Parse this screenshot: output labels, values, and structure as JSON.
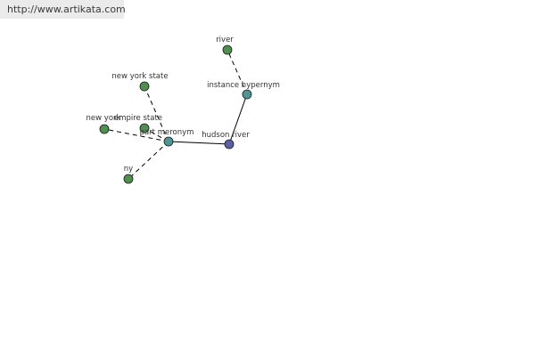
{
  "site": {
    "url": "http://www.artikata.com"
  },
  "graph": {
    "nodes": [
      {
        "id": "river",
        "label": "river",
        "kind": "leaf"
      },
      {
        "id": "instance_hypernym",
        "label": "instance hypernym",
        "kind": "relation"
      },
      {
        "id": "hudson_river",
        "label": "hudson river",
        "kind": "root"
      },
      {
        "id": "part_meronym",
        "label": "part meronym",
        "kind": "relation"
      },
      {
        "id": "new_york_state",
        "label": "new york state",
        "kind": "leaf"
      },
      {
        "id": "empire_state",
        "label": "empire state",
        "kind": "leaf"
      },
      {
        "id": "new_york",
        "label": "new york",
        "kind": "leaf"
      },
      {
        "id": "ny",
        "label": "ny",
        "kind": "leaf"
      }
    ],
    "edges": [
      {
        "from": "hudson_river",
        "to": "instance_hypernym",
        "style": "solid"
      },
      {
        "from": "hudson_river",
        "to": "part_meronym",
        "style": "solid"
      },
      {
        "from": "instance_hypernym",
        "to": "river",
        "style": "dashed"
      },
      {
        "from": "part_meronym",
        "to": "new_york_state",
        "style": "dashed"
      },
      {
        "from": "part_meronym",
        "to": "empire_state",
        "style": "dashed"
      },
      {
        "from": "part_meronym",
        "to": "new_york",
        "style": "dashed"
      },
      {
        "from": "part_meronym",
        "to": "ny",
        "style": "dashed"
      }
    ],
    "colors": {
      "root": "#5b5fa8",
      "relation": "#4f9595",
      "leaf": "#4f8f4f",
      "stroke": "#1a1a1a",
      "edge": "#000000"
    }
  }
}
